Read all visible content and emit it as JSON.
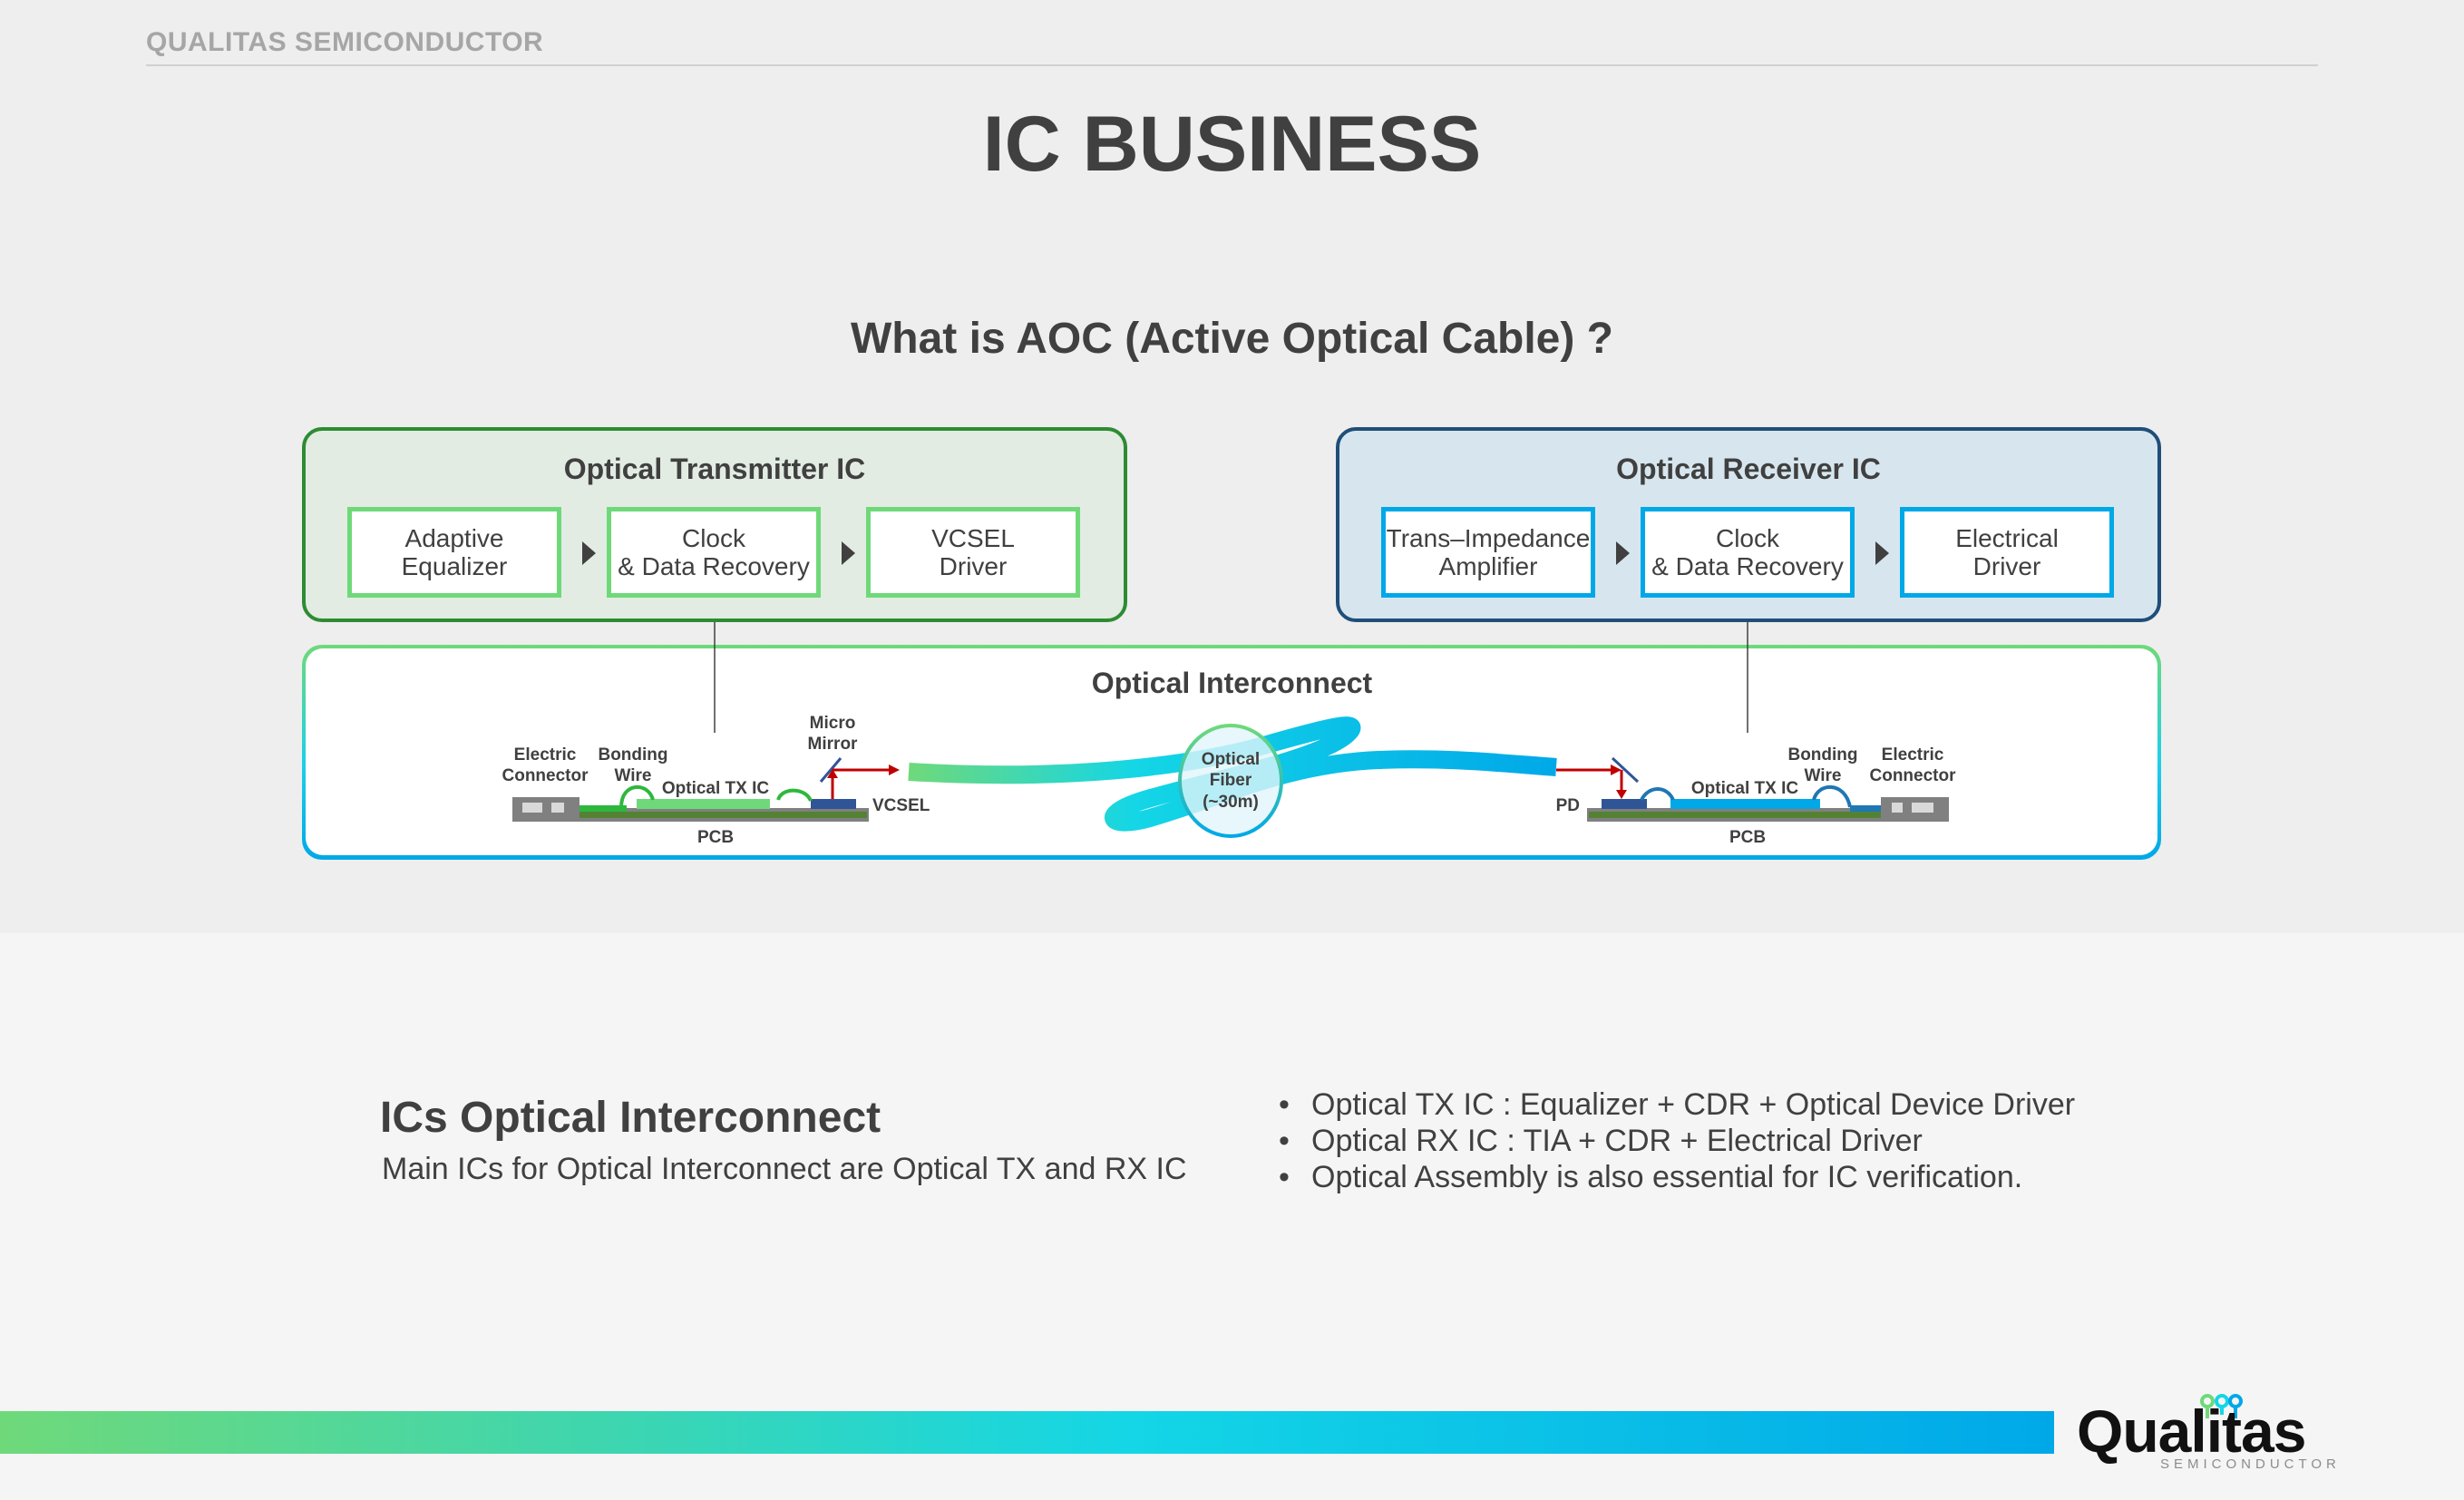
{
  "header": {
    "brand": "QUALITAS SEMICONDUCTOR",
    "title": "IC BUSINESS"
  },
  "subtitle": "What is AOC (Active Optical Cable) ?",
  "tx_ic": {
    "title": "Optical Transmitter IC",
    "blocks": [
      {
        "line1": "Adaptive",
        "line2": "Equalizer"
      },
      {
        "line1": "Clock",
        "line2": "& Data Recovery"
      },
      {
        "line1": "VCSEL",
        "line2": "Driver"
      }
    ]
  },
  "rx_ic": {
    "title": "Optical Receiver IC",
    "blocks": [
      {
        "line1": "Trans–Impedance",
        "line2": "Amplifier"
      },
      {
        "line1": "Clock",
        "line2": "& Data Recovery"
      },
      {
        "line1": "Electrical",
        "line2": "Driver"
      }
    ]
  },
  "interconnect": {
    "title": "Optical Interconnect",
    "tx_side": {
      "electric_connector": [
        "Electric",
        "Connector"
      ],
      "bonding_wire": [
        "Bonding",
        "Wire"
      ],
      "chip": "Optical TX IC",
      "micro_mirror": [
        "Micro",
        "Mirror"
      ],
      "emitter": "VCSEL",
      "pcb": "PCB"
    },
    "fiber": [
      "Optical",
      "Fiber",
      "(~30m)"
    ],
    "rx_side": {
      "detector": "PD",
      "chip": "Optical TX IC",
      "bonding_wire": [
        "Bonding",
        "Wire"
      ],
      "electric_connector": [
        "Electric",
        "Connector"
      ],
      "pcb": "PCB"
    }
  },
  "bottom": {
    "heading": "ICs Optical Interconnect",
    "description": "Main ICs for Optical Interconnect are Optical TX and RX IC",
    "bullets": [
      "Optical TX IC : Equalizer + CDR + Optical Device Driver",
      "Optical RX IC : TIA + CDR + Electrical Driver",
      "Optical Assembly is also essential for IC verification."
    ]
  },
  "logo": {
    "word": "Qualitas",
    "sub": "SEMICONDUCTOR"
  },
  "colors": {
    "green": "#6fd97a",
    "blue": "#00a8e8",
    "dark_green": "#2e8b33",
    "navy": "#1f4e79",
    "red": "#c00000",
    "text": "#404040"
  }
}
